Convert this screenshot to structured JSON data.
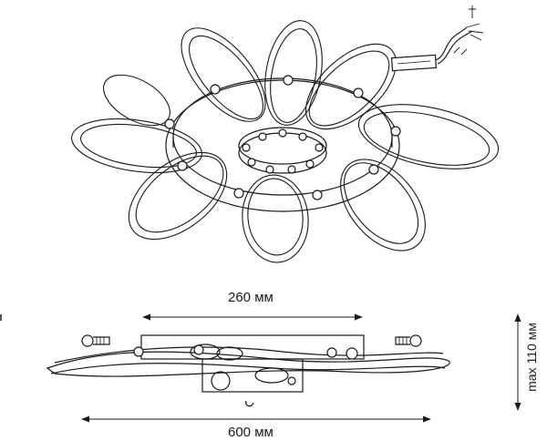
{
  "dimensions": {
    "inner_width": "260 мм",
    "overall_width": "600 мм",
    "max_height": "max 110 мм"
  },
  "colors": {
    "line": "#1a1a1a",
    "background": "#ffffff"
  },
  "views": [
    "top-perspective-view",
    "side-elevation-view"
  ]
}
